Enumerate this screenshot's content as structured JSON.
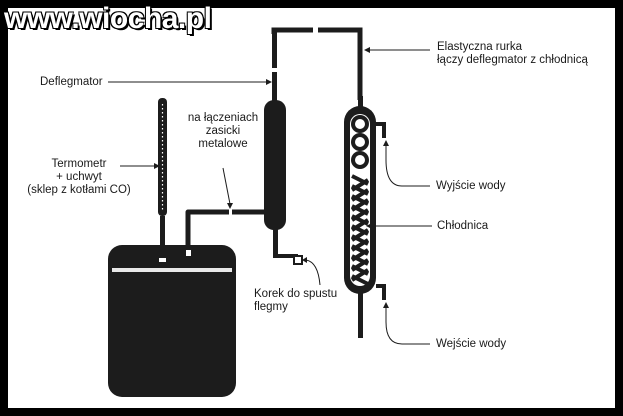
{
  "watermark": "www.wiocha.pl",
  "labels": {
    "deflegmator": "Deflegmator",
    "rurka_line1": "Elastyczna rurka",
    "rurka_line2": "łączy deflegmator z chłodnicą",
    "zasicki_line1": "na łączeniach",
    "zasicki_line2": "zasicki",
    "zasicki_line3": "metalowe",
    "termometr_line1": "Termometr",
    "termometr_line2": "+ uchwyt",
    "termometr_line3": "(sklep z kotłami CO)",
    "wyjscie": "Wyjście wody",
    "chlodnica": "Chłodnica",
    "korek_line1": "Korek do spustu",
    "korek_line2": "flegmy",
    "wejscie": "Wejście wody"
  },
  "colors": {
    "frame": "#000000",
    "background": "#ffffff",
    "apparatus": "#1c1c1c",
    "text": "#1a1a1a"
  }
}
